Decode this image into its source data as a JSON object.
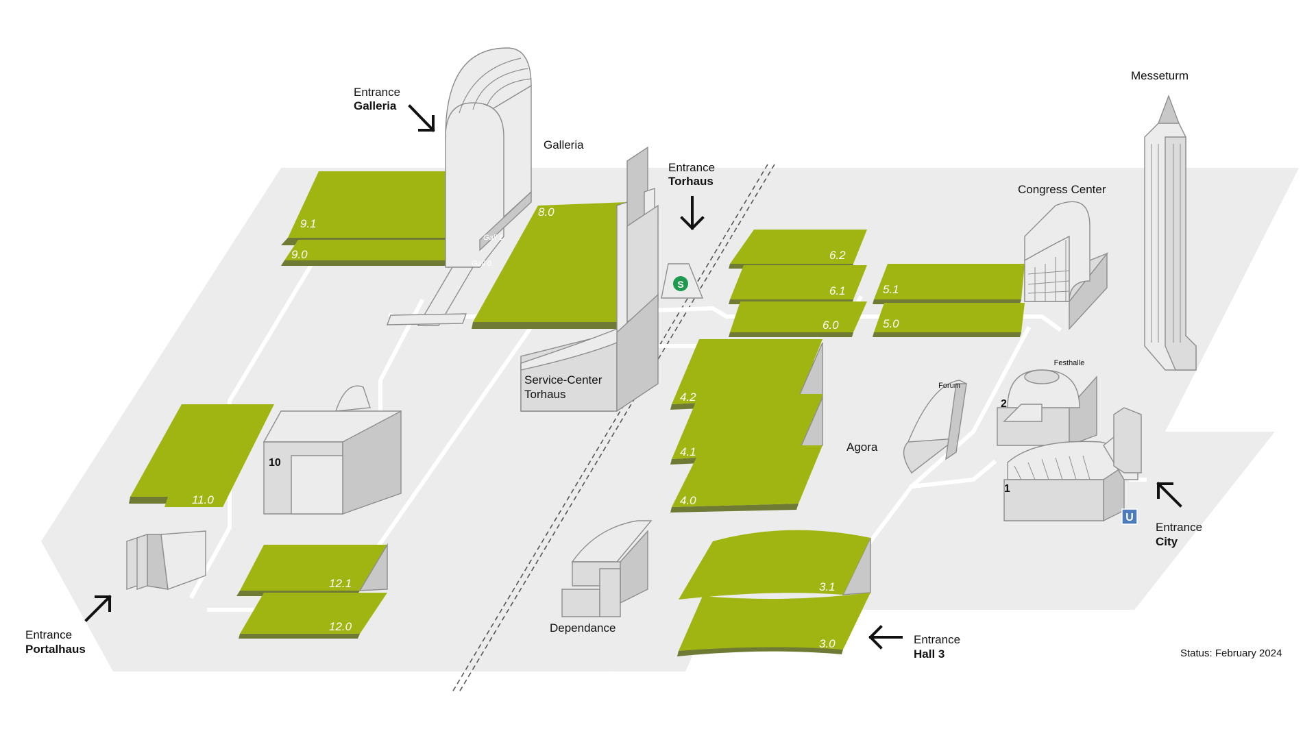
{
  "entrances": {
    "galleria": {
      "word": "Entrance",
      "name": "Galleria"
    },
    "torhaus": {
      "word": "Entrance",
      "name": "Torhaus"
    },
    "portalhaus": {
      "word": "Entrance",
      "name": "Portalhaus"
    },
    "hall3": {
      "word": "Entrance",
      "name": "Hall 3"
    },
    "city": {
      "word": "Entrance",
      "name": "City"
    }
  },
  "buildings": {
    "galleria": "Galleria",
    "messeturm": "Messeturm",
    "congress_center": "Congress Center",
    "service_center_line1": "Service-Center",
    "service_center_line2": "Torhaus",
    "agora": "Agora",
    "dependance": "Dependance",
    "forum": "Forum",
    "festhalle": "Festhalle",
    "galleria_level1": "Gall 1",
    "galleria_level0": "Gall 0"
  },
  "halls": {
    "h9_1": "9.1",
    "h9_0": "9.0",
    "h8_0": "8.0",
    "h6_2": "6.2",
    "h6_1": "6.1",
    "h6_0": "6.0",
    "h5_1": "5.1",
    "h5_0": "5.0",
    "h4_2": "4.2",
    "h4_1": "4.1",
    "h4_0": "4.0",
    "h3_1": "3.1",
    "h3_0": "3.0",
    "h11_0": "11.0",
    "h12_1": "12.1",
    "h12_0": "12.0",
    "h10": "10",
    "h1": "1",
    "h2": "2"
  },
  "transit": {
    "sbahn": "S",
    "ubahn": "U"
  },
  "status": "Status: February 2024",
  "colors": {
    "hall": "#a0b512",
    "ground": "#ececec",
    "building": "#dcdcdc",
    "sbahn": "#1e9a4f",
    "ubahn": "#4d7cbd"
  }
}
